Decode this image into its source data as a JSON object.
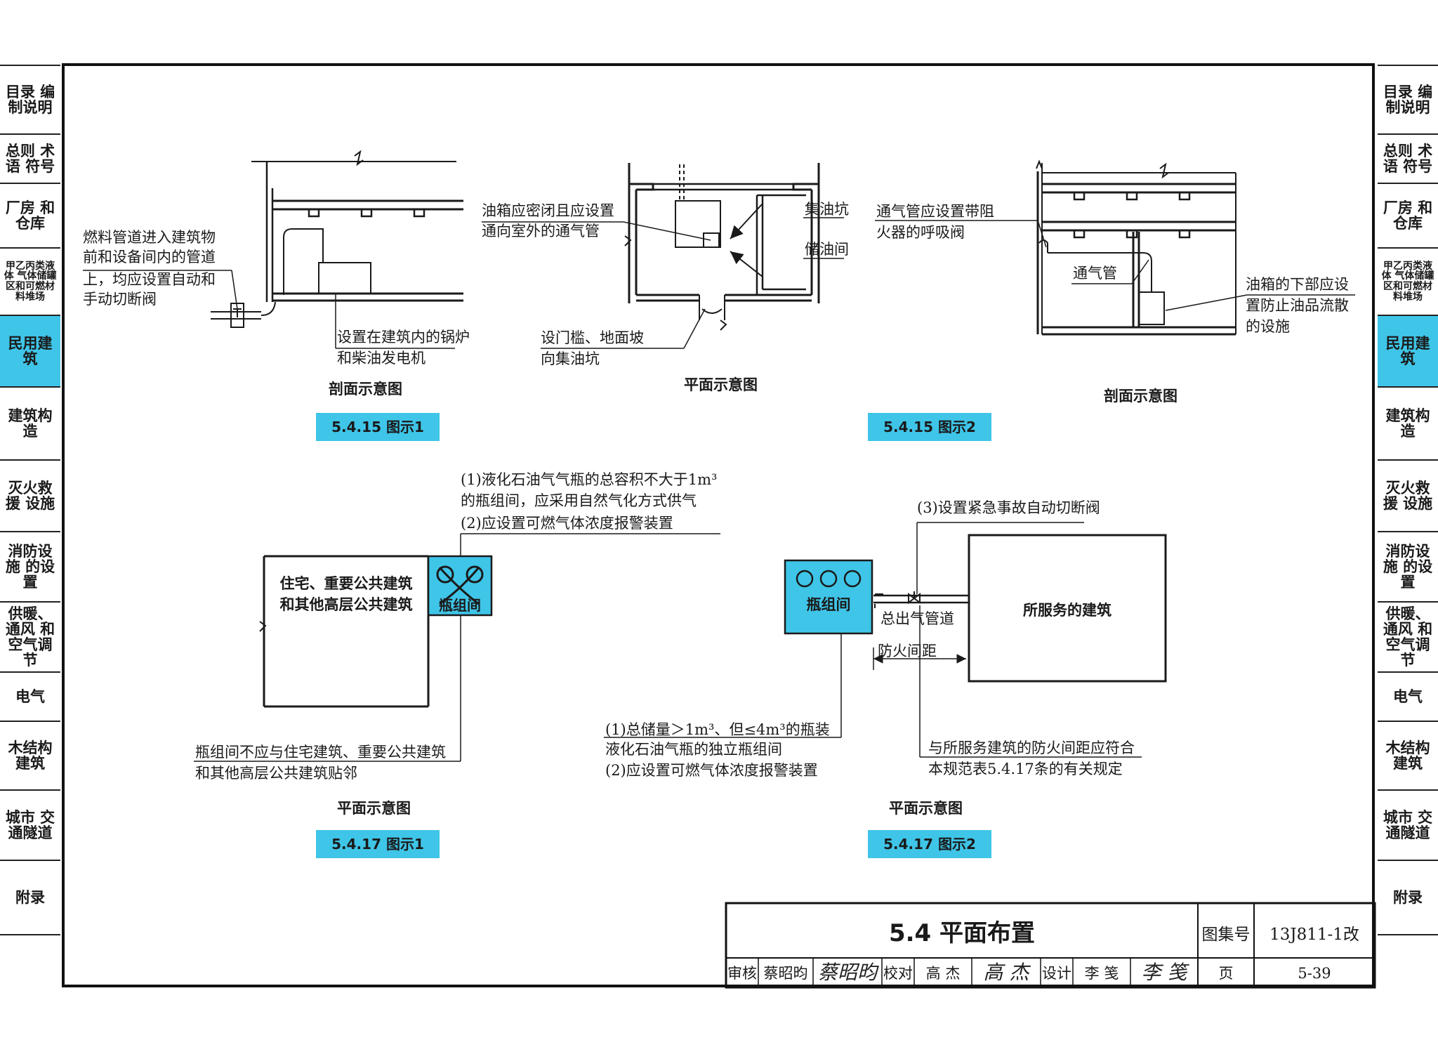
{
  "side_tabs": [
    {
      "label": "目录 编制说明",
      "active": false,
      "small": false
    },
    {
      "label": "总则 术语 符号",
      "active": false,
      "small": false
    },
    {
      "label": "厂房 和仓库",
      "active": false,
      "small": false
    },
    {
      "label": "甲乙丙类液体 气体储罐区和可燃材料堆场",
      "active": false,
      "small": true
    },
    {
      "label": "民用建筑",
      "active": true,
      "small": false
    },
    {
      "label": "建筑构造",
      "active": false,
      "small": false
    },
    {
      "label": "灭火救援 设施",
      "active": false,
      "small": false
    },
    {
      "label": "消防设施 的设置",
      "active": false,
      "small": false
    },
    {
      "label": "供暖、通风 和空气调节",
      "active": false,
      "small": false
    },
    {
      "label": "电气",
      "active": false,
      "small": false
    },
    {
      "label": "木结构 建筑",
      "active": false,
      "small": false
    },
    {
      "label": "城市 交通隧道",
      "active": false,
      "small": false
    },
    {
      "label": "附录",
      "active": false,
      "small": false
    }
  ],
  "fig1": {
    "note_left": [
      "燃料管道进入建筑物",
      "前和设备间内的管道",
      "上，均应设置自动和",
      "手动切断阀"
    ],
    "note_boiler": [
      "设置在建筑内的锅炉",
      "和柴油发电机"
    ],
    "caption": "剖面示意图"
  },
  "fig2": {
    "note_tank": [
      "油箱应密闭且应设置",
      "通向室外的通气管"
    ],
    "label_pit": "集油坑",
    "label_room": "储油间",
    "note_door": [
      "设门槛、地面坡",
      "向集油坑"
    ],
    "caption": "平面示意图"
  },
  "fig3": {
    "note_vent": [
      "通气管应设置带阻",
      "火器的呼吸阀"
    ],
    "label_pipe": "通气管",
    "note_bottom": [
      "油箱的下部应设",
      "置防止油品流散",
      "的设施"
    ],
    "caption": "剖面示意图"
  },
  "label_1515_1": "5.4.15  图示1",
  "label_1515_2": "5.4.15  图示2",
  "fig4": {
    "note_top": [
      "(1)液化石油气气瓶的总容积不大于1m³",
      "的瓶组间，应采用自然气化方式供气",
      "(2)应设置可燃气体浓度报警装置"
    ],
    "building": [
      "住宅、重要公共建筑",
      "和其他高层公共建筑"
    ],
    "cylinder_room": "瓶组间",
    "note_bottom": [
      "瓶组间不应与住宅建筑、重要公共建筑",
      "和其他高层公共建筑贴邻"
    ],
    "caption": "平面示意图"
  },
  "fig5": {
    "note_valve": "(3)设置紧急事故自动切断阀",
    "cylinder_room": "瓶组间",
    "building": "所服务的建筑",
    "label_outlet": "总出气管道",
    "label_distance": "防火间距",
    "note_left": [
      "(1)总储量＞1m³、但≤4m³的瓶装",
      "液化石油气瓶的独立瓶组间",
      "(2)应设置可燃气体浓度报警装置"
    ],
    "note_right": [
      "与所服务建筑的防火间距应符合",
      "本规范表5.4.17条的有关规定"
    ],
    "caption": "平面示意图"
  },
  "label_1517_1": "5.4.17  图示1",
  "label_1517_2": "5.4.17  图示2",
  "title_block": {
    "title": "5.4 平面布置",
    "atlas_label": "图集号",
    "atlas_no": "13J811-1改",
    "review_label": "审核",
    "reviewer": "蔡昭昀",
    "check_label": "校对",
    "checker": "高 杰",
    "design_label": "设计",
    "designer": "李 笺",
    "page_label": "页",
    "page_no": "5-39"
  },
  "colors": {
    "highlight": "#3fc5e8",
    "ink": "#1a1a1a"
  }
}
